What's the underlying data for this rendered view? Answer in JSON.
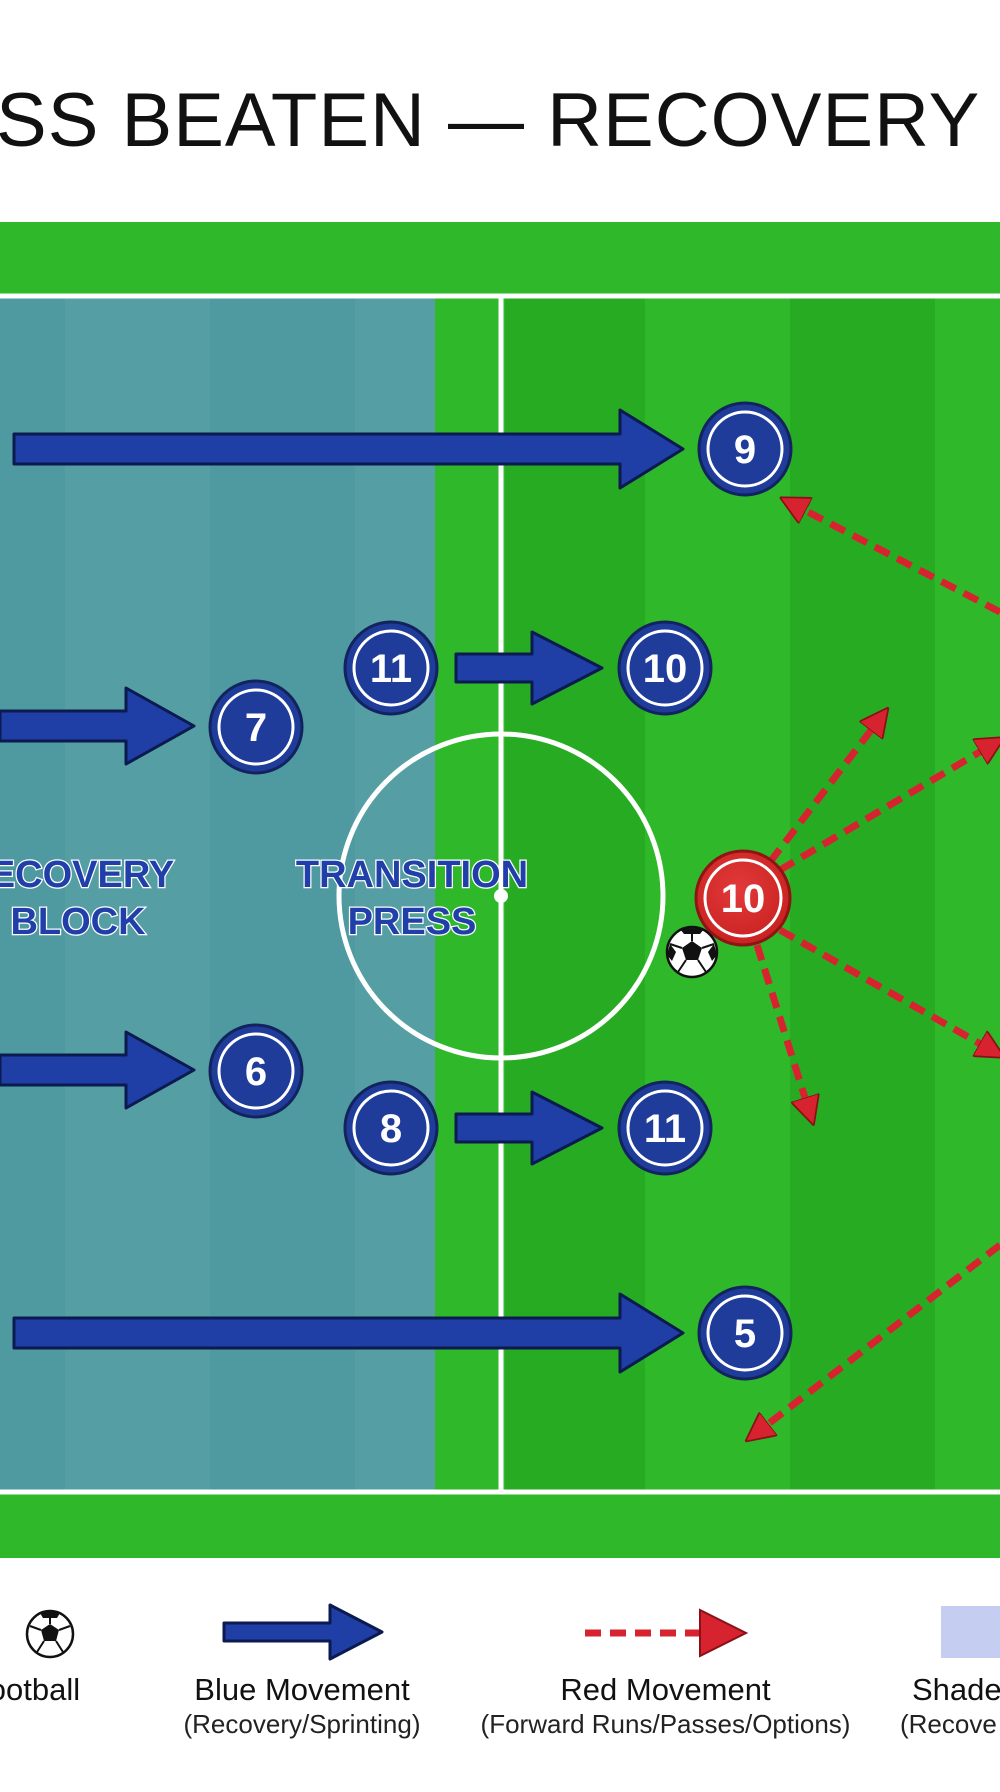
{
  "title": "SS BEATEN — RECOVERY SHAR",
  "zones": {
    "recovery_label_1": "ECOVERY",
    "recovery_label_2": "BLOCK",
    "press_label_1": "TRANSITION",
    "press_label_2": "PRESS"
  },
  "players": {
    "blue": [
      "9",
      "11",
      "10",
      "7",
      "6",
      "8",
      "11",
      "5"
    ],
    "red": [
      "10"
    ]
  },
  "legend": [
    {
      "label": "Football",
      "sub": "",
      "icon": "football-icon"
    },
    {
      "label": "Blue Movement",
      "sub": "(Recovery/Sprinting)",
      "icon": "blue-arrow-icon"
    },
    {
      "label": "Red Movement",
      "sub": "(Forward Runs/Passes/Options)",
      "icon": "red-dashed-arrow-icon"
    },
    {
      "label": "Shade",
      "sub": "(Recove",
      "icon": "shade-swatch-icon"
    }
  ],
  "colors": {
    "pitch_green": "#2fb82a",
    "pitch_green_stripe": "#27ab22",
    "recovery_zone": "#4f9aa0",
    "blue_player": "#1f3c9a",
    "red_player": "#d92b2b",
    "blue_arrow": "#1f3ea6",
    "red_arrow": "#d7232f",
    "shade_swatch": "#c5cdf0"
  }
}
